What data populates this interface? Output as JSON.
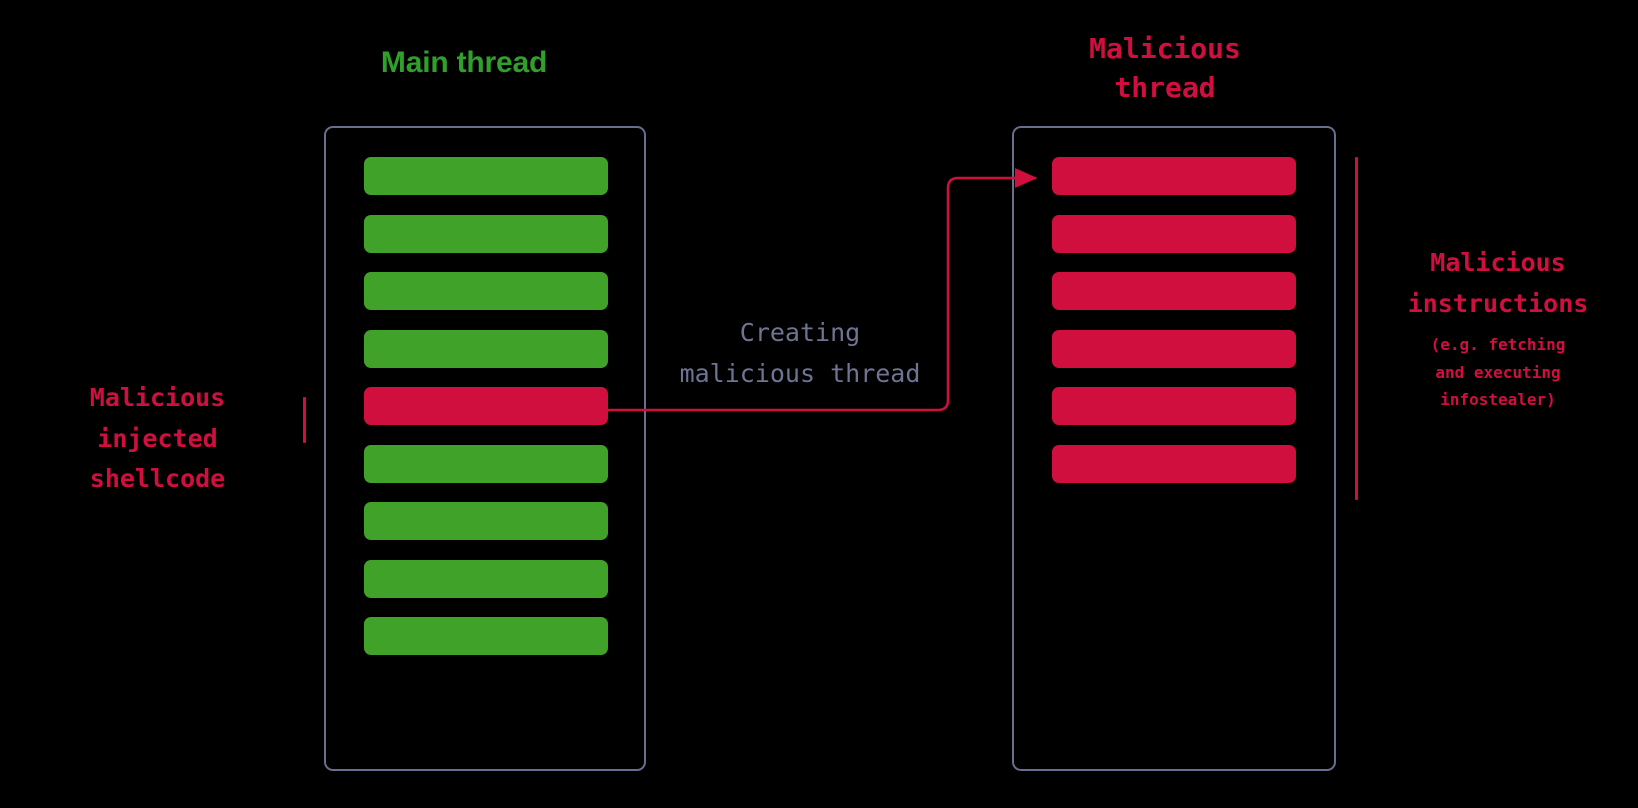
{
  "diagram": {
    "title_main_thread": "Main thread",
    "title_malicious_thread": "Malicious\nthread",
    "connector_caption": "Creating\nmalicious thread",
    "left_annotation": "Malicious\ninjected\nshellcode",
    "right_annotation_title": "Malicious\ninstructions",
    "right_annotation_note": "(e.g. fetching\nand executing\ninfostealer)",
    "colors": {
      "background": "#000000",
      "benign_bar": "#41A22A",
      "malicious_bar": "#D10F3F",
      "accent_red": "#D10F3F",
      "accent_green": "#31A02B",
      "container_border": "#6A6E8E",
      "caption_text": "#707493"
    },
    "main_thread_bars": [
      {
        "type": "benign",
        "color": "#41A22A"
      },
      {
        "type": "benign",
        "color": "#41A22A"
      },
      {
        "type": "benign",
        "color": "#41A22A"
      },
      {
        "type": "benign",
        "color": "#41A22A"
      },
      {
        "type": "malicious",
        "color": "#D10F3F"
      },
      {
        "type": "benign",
        "color": "#41A22A"
      },
      {
        "type": "benign",
        "color": "#41A22A"
      },
      {
        "type": "benign",
        "color": "#41A22A"
      },
      {
        "type": "benign",
        "color": "#41A22A"
      }
    ],
    "malicious_thread_bars": [
      {
        "type": "malicious",
        "color": "#D10F3F"
      },
      {
        "type": "malicious",
        "color": "#D10F3F"
      },
      {
        "type": "malicious",
        "color": "#D10F3F"
      },
      {
        "type": "malicious",
        "color": "#D10F3F"
      },
      {
        "type": "malicious",
        "color": "#D10F3F"
      },
      {
        "type": "malicious",
        "color": "#D10F3F"
      }
    ]
  }
}
